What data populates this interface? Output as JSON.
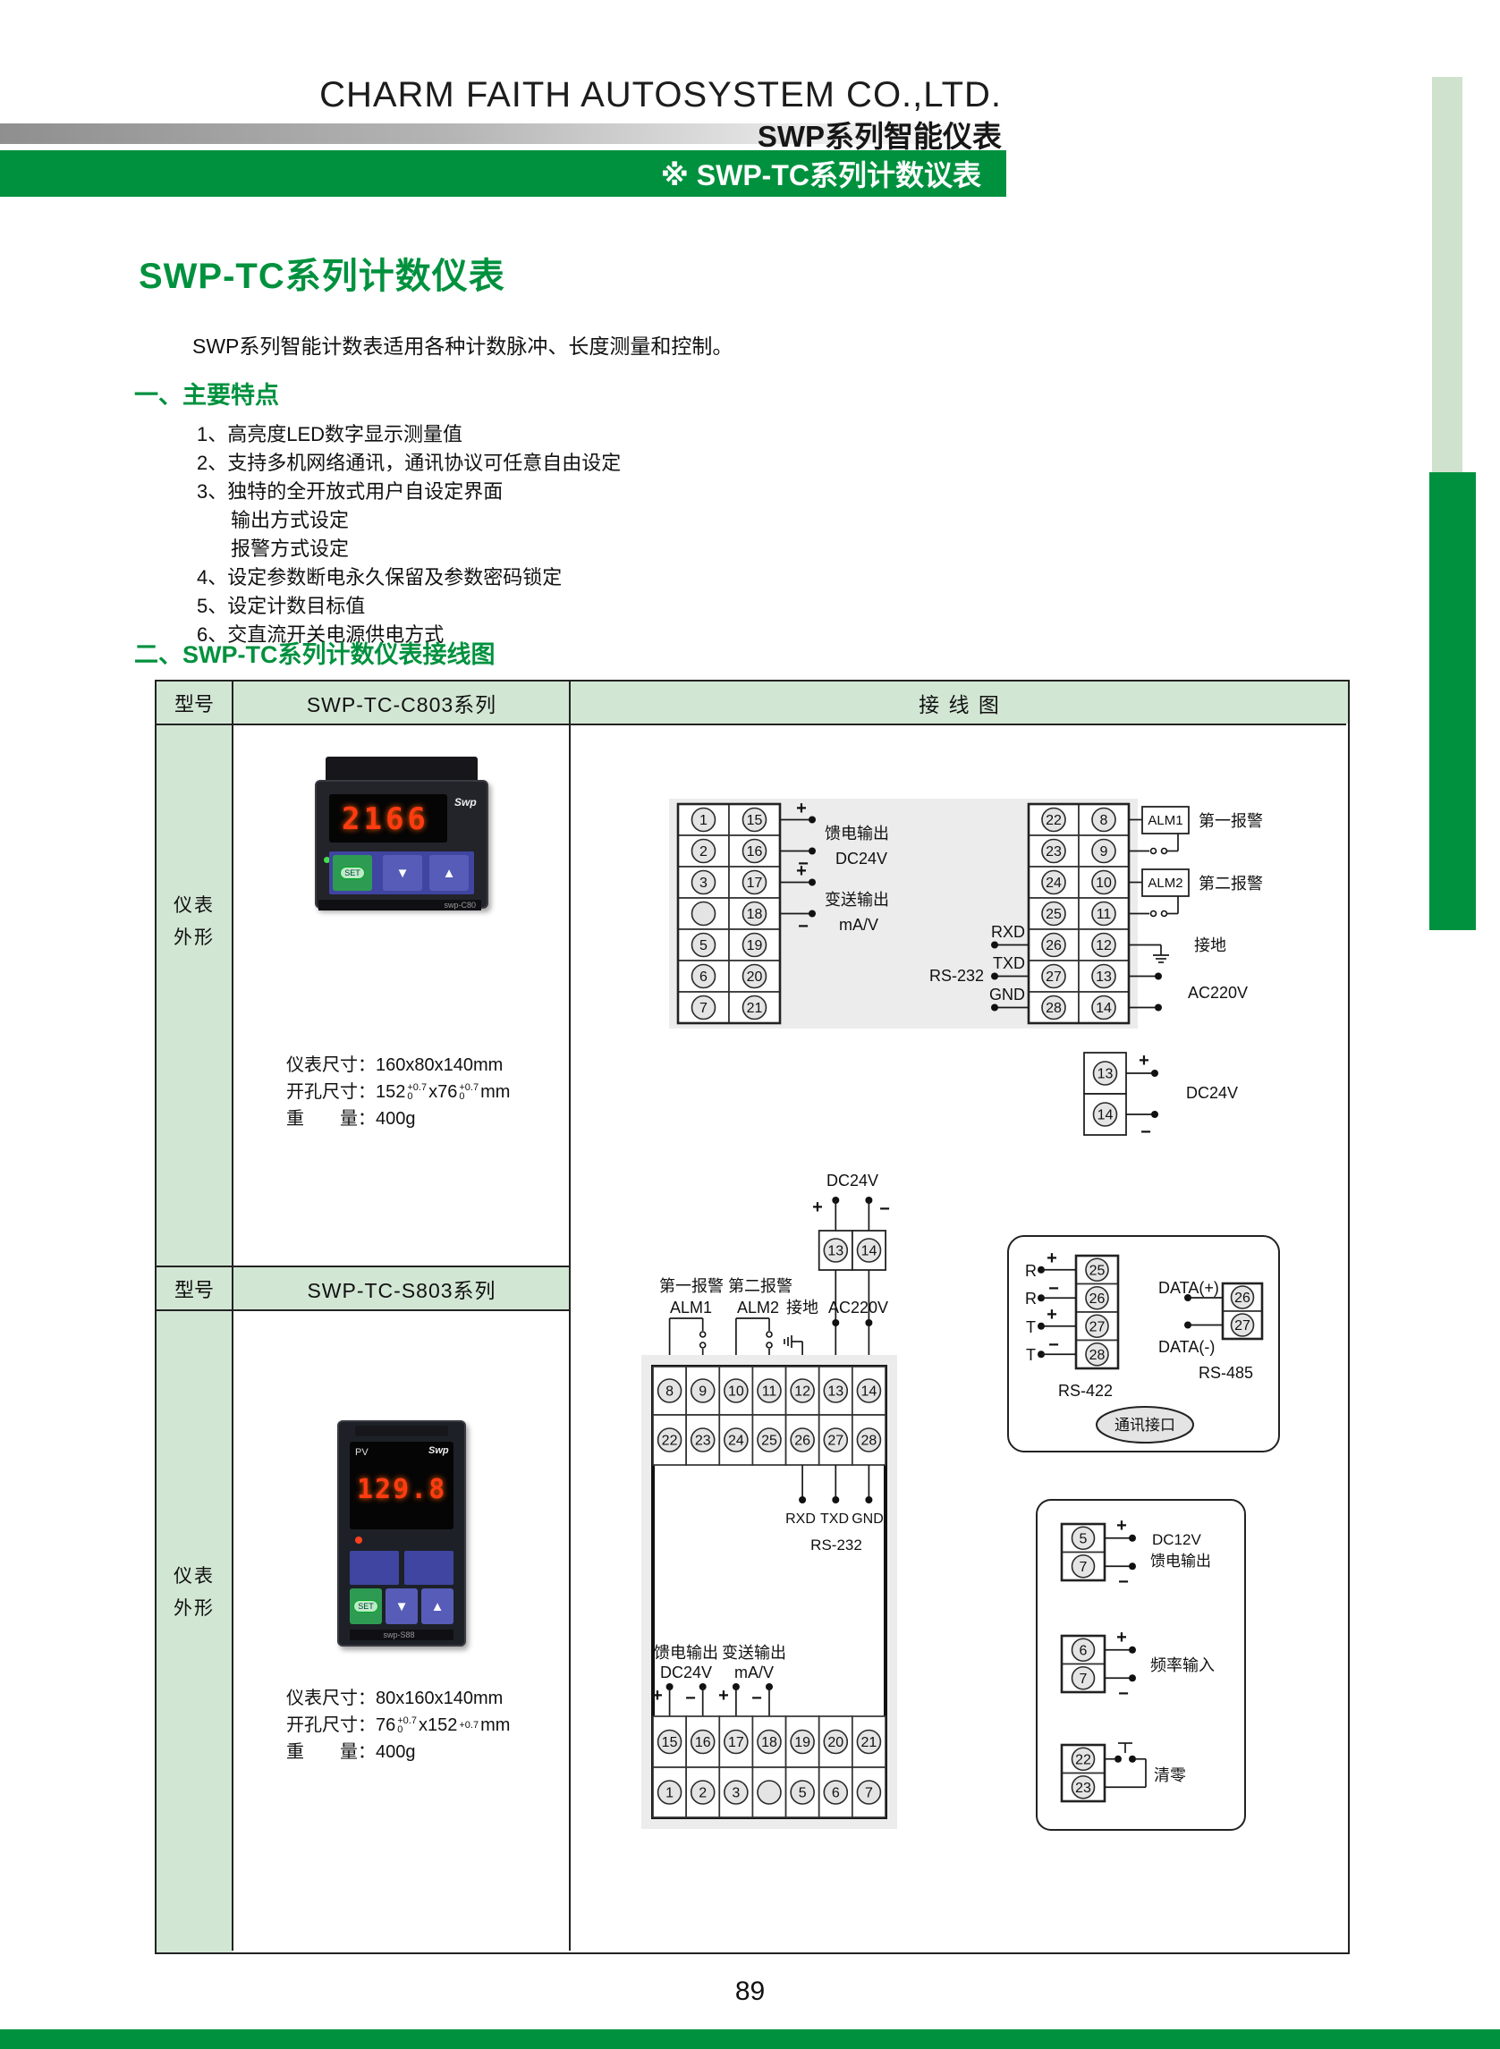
{
  "header": {
    "company": "CHARM FAITH AUTOSYSTEM CO.,LTD.",
    "series": "SWP系列智能仪表",
    "banner": "※ SWP-TC系列计数议表"
  },
  "page": {
    "title": "SWP-TC系列计数仪表",
    "intro": "SWP系列智能计数表适用各种计数脉冲、长度测量和控制。",
    "number": "89"
  },
  "colors": {
    "green": "#00913e",
    "light_green": "#d2e6d4",
    "pale_strip": "#cfe2cd"
  },
  "features": {
    "heading": "一、主要特点",
    "items": [
      "1、高亮度LED数字显示测量值",
      "2、支持多机网络通讯，通讯协议可任意自由设定",
      "3、独特的全开放式用户自设定界面",
      "输出方式设定",
      "报警方式设定",
      "4、设定参数断电永久保留及参数密码锁定",
      "5、设定计数目标值",
      "6、交直流开关电源供电方式"
    ]
  },
  "wiring": {
    "heading": "二、SWP-TC系列计数仪表接线图"
  },
  "table": {
    "model_label": "型号",
    "wiring_label": "接 线 图",
    "model1": "SWP-TC-C803系列",
    "model2": "SWP-TC-S803系列",
    "outline_line1": "仪表",
    "outline_line2": "外形"
  },
  "specs1": {
    "size": "仪表尺寸：160x80x140mm",
    "hole_prefix": "开孔尺寸：152",
    "hole_mid": "x76",
    "hole_suffix": "mm",
    "tol_sup": "+0.7",
    "tol_sub": "0",
    "weight": "重　　量：400g"
  },
  "specs2": {
    "size": "仪表尺寸：80x160x140mm",
    "hole_prefix": "开孔尺寸：76",
    "hole_mid": "x152",
    "hole_suffix": "mm",
    "tol_sup": "+0.7",
    "tol_sub": "0",
    "weight": "重　　量：400g"
  },
  "sym": {
    "plus": "+",
    "minus": "−"
  },
  "c803": {
    "colA": [
      "1",
      "2",
      "3",
      "",
      "5",
      "6",
      "7"
    ],
    "colB": [
      "15",
      "16",
      "17",
      "18",
      "19",
      "20",
      "21"
    ],
    "colC": [
      "22",
      "23",
      "24",
      "25",
      "26",
      "27",
      "28"
    ],
    "colD": [
      "8",
      "9",
      "10",
      "11",
      "12",
      "13",
      "14"
    ],
    "feed_out": "馈电输出",
    "dc24v": "DC24V",
    "transmit": "变送输出",
    "mav": "mA/V",
    "rs232": "RS-232",
    "rxd": "RXD",
    "txd": "TXD",
    "gnd": "GND",
    "alm1": "ALM1",
    "alarm1": "第一报警",
    "alm2": "ALM2",
    "alarm2": "第二报警",
    "ground": "接地",
    "ac220v": "AC220V",
    "ps_t1": "13",
    "ps_t2": "14",
    "ps_label": "DC24V"
  },
  "s803": {
    "dc24v": "DC24V",
    "t13": "13",
    "t14": "14",
    "alarm1": "第一报警",
    "alm1": "ALM1",
    "alarm2": "第二报警",
    "alm2": "ALM2",
    "ground": "接地",
    "ac220v": "AC220V",
    "row1": [
      "8",
      "9",
      "10",
      "11",
      "12",
      "13",
      "14"
    ],
    "row2": [
      "22",
      "23",
      "24",
      "25",
      "26",
      "27",
      "28"
    ],
    "rxd": "RXD",
    "txd": "TXD",
    "gnd": "GND",
    "rs232": "RS-232",
    "feed_out": "馈电输出",
    "transmit": "变送输出",
    "dc24v2": "DC24V",
    "mav": "mA/V",
    "row3": [
      "15",
      "16",
      "17",
      "18",
      "19",
      "20",
      "21"
    ],
    "row4": [
      "1",
      "2",
      "3",
      "",
      "5",
      "6",
      "7"
    ]
  },
  "comm": {
    "r": "R",
    "t": "T",
    "rs422_terms": [
      "25",
      "26",
      "27",
      "28"
    ],
    "rs422": "RS-422",
    "data_plus": "DATA(+)",
    "data_minus": "DATA(-)",
    "rs485_terms": [
      "26",
      "27"
    ],
    "rs485": "RS-485",
    "port": "通讯接口"
  },
  "aux": {
    "b1_terms": [
      "5",
      "7"
    ],
    "b1_l1": "DC12V",
    "b1_l2": "馈电输出",
    "b2_terms": [
      "6",
      "7"
    ],
    "b2_l1": "频率输入",
    "b3_terms": [
      "22",
      "23"
    ],
    "b3_l1": "清零"
  },
  "photo1": {
    "display": "2166",
    "logo": "Swp",
    "set": "SET",
    "down": "▼",
    "up": "▲",
    "model": "swp-C80"
  },
  "photo2": {
    "pv": "PV",
    "display": "129.8",
    "logo": "Swp",
    "set": "SET",
    "down": "▼",
    "up": "▲",
    "model": "swp-S88"
  }
}
